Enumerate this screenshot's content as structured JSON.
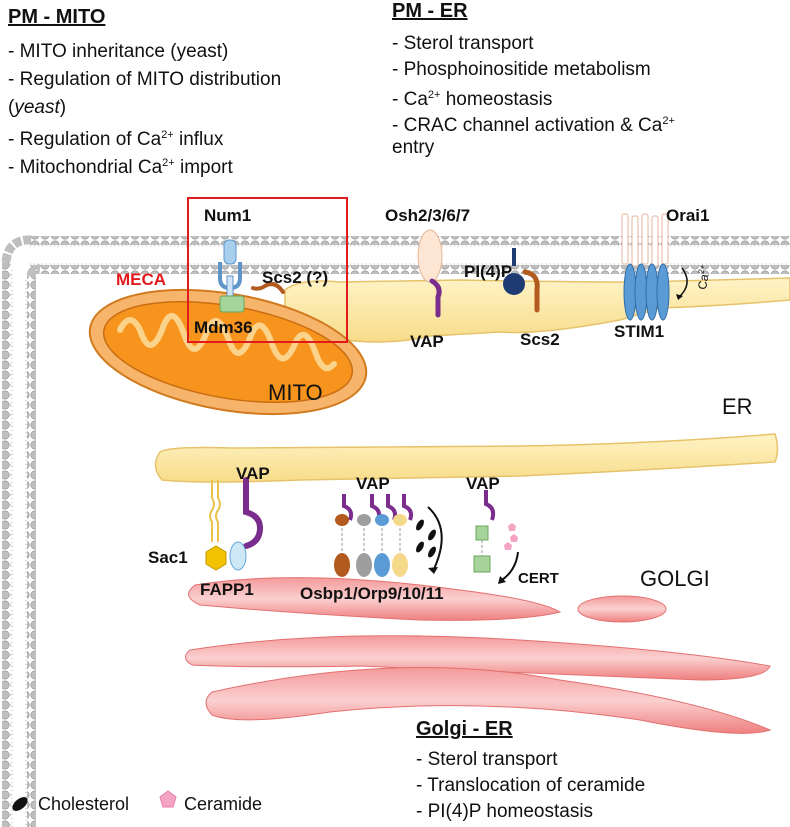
{
  "pm_mito": {
    "title": "PM - MITO",
    "items": [
      "- MITO inheritance (yeast)",
      "- Regulation of MITO distribution",
      "(yeast)",
      "- Regulation of Ca²⁺ influx",
      "- Mitochondrial Ca²⁺ import"
    ],
    "item_parts": {
      "i2_a": "(",
      "i2_b": "yeast",
      "i2_c": ")",
      "i3_a": "- Regulation of Ca",
      "i3_sup": "2+",
      "i3_b": " influx",
      "i4_a": "- Mitochondrial Ca",
      "i4_sup": "2+",
      "i4_b": " import"
    }
  },
  "pm_er": {
    "title": "PM - ER",
    "items": [
      "- Sterol transport",
      "- Phosphoinositide metabolism",
      "- Ca²⁺ homeostasis",
      "- CRAC channel activation & Ca²⁺",
      "entry"
    ],
    "item_parts": {
      "i2_a": "- Ca",
      "i2_sup": "2+",
      "i2_b": " homeostasis",
      "i3_a": "- CRAC channel activation & Ca",
      "i3_sup": "2+"
    }
  },
  "golgi_er": {
    "title": "Golgi - ER",
    "items": [
      "- Sterol transport",
      "- Translocation of ceramide",
      "- PI(4)P homeostasis"
    ]
  },
  "labels": {
    "num1": "Num1",
    "meca": "MECA",
    "scs2_q": "Scs2 (?)",
    "mdm36": "Mdm36",
    "mito": "MITO",
    "osh": "Osh2/3/6/7",
    "pi4p": "PI(4)P",
    "orai1": "Orai1",
    "ca2": "Ca",
    "ca2_sup": "2+",
    "vap_pm": "VAP",
    "scs2": "Scs2",
    "stim1": "STIM1",
    "er": "ER",
    "vap_a": "VAP",
    "vap_b": "VAP",
    "vap_c": "VAP",
    "sac1": "Sac1",
    "fapp1": "FAPP1",
    "osbp": "Osbp1/Orp9/10/11",
    "cert": "CERT",
    "golgi": "GOLGI"
  },
  "legend": {
    "cholesterol": "Cholesterol",
    "ceramide": "Ceramide"
  },
  "colors": {
    "meca": "#e31a1c",
    "box": "#e31a1c",
    "mito_fill": "#f7941d",
    "er_fill": "#fbe7a1",
    "golgi_fill": "#f08c8c",
    "vap": "#7b2d8e",
    "scs2": "#b35a1f"
  }
}
